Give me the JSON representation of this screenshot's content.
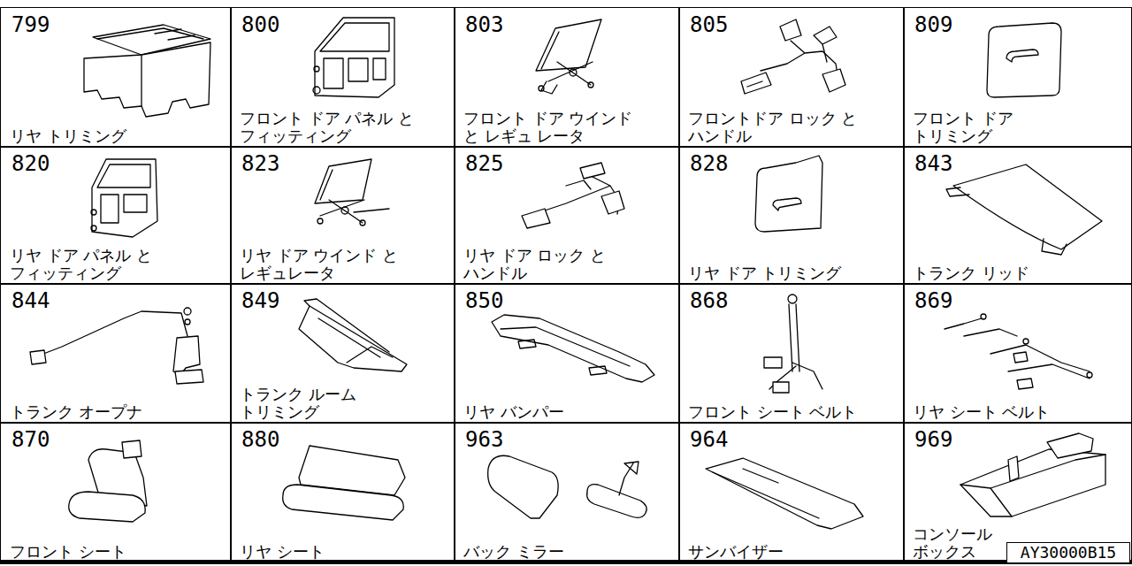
{
  "diagram": {
    "nodes": [
      {
        "text": [
          "799",
          "リヤ トリミング"
        ]
      },
      {
        "text": [
          "800",
          "フロント ドア パネル と フィッティング"
        ]
      },
      {
        "text": [
          "803",
          "フロント ドア ウインド と レギュ レータ"
        ]
      },
      {
        "text": [
          "805",
          "フロントドア ロック と ハンドル"
        ]
      },
      {
        "text": [
          "809",
          "フロント ドア トリミング"
        ]
      },
      {
        "text": [
          "820",
          "リヤ ドア パネル と フィッティング"
        ]
      },
      {
        "text": [
          "823",
          "リヤ ドア ウインド と レギュレータ"
        ]
      },
      {
        "text": [
          "825",
          "リヤ ドア ロック と ハンドル"
        ]
      },
      {
        "text": [
          "828",
          "リヤ ドア トリミング"
        ]
      },
      {
        "text": [
          "843",
          "トランク リッド"
        ]
      },
      {
        "text": [
          "844",
          "トランク オープナ"
        ]
      },
      {
        "text": [
          "849",
          "トランク ルーム トリミング"
        ]
      },
      {
        "text": [
          "850",
          "リヤ バンパー"
        ]
      },
      {
        "text": [
          "868",
          "フロント シート ベルト"
        ]
      },
      {
        "text": [
          "869",
          "リヤ シート ベルト"
        ]
      },
      {
        "text": [
          "870",
          "フロント シート"
        ]
      },
      {
        "text": [
          "880",
          "リヤ シート"
        ]
      },
      {
        "text": [
          "963",
          "バック ミラー"
        ]
      },
      {
        "text": [
          "964",
          "サンバイザー"
        ]
      },
      {
        "text": [
          "969",
          "コンソール ボックス"
        ]
      },
      {
        "text": [
          "AY30000B15"
        ]
      }
    ]
  }
}
